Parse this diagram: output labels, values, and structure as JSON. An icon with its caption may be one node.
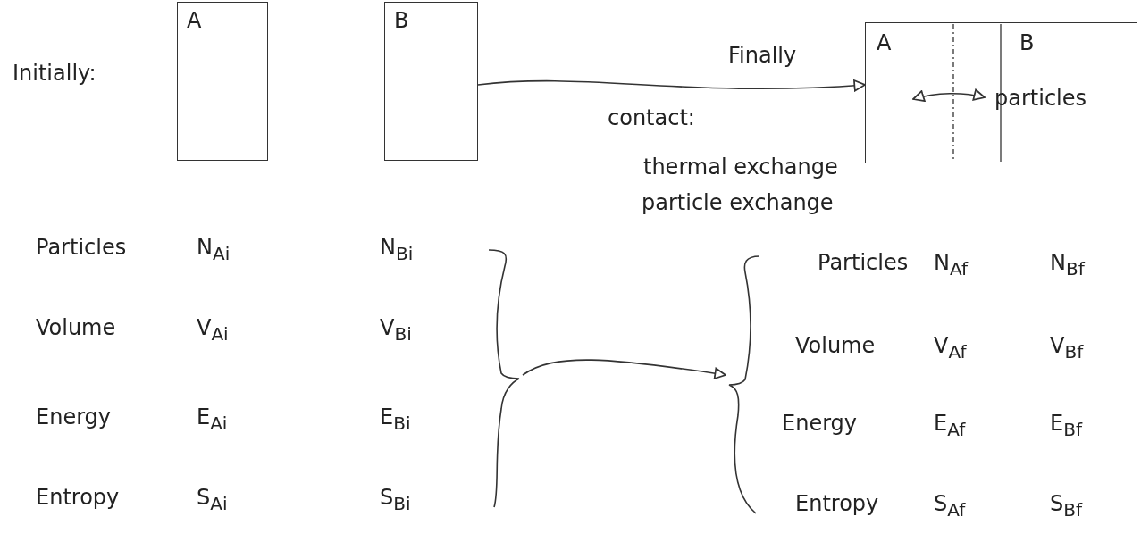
{
  "diagram": {
    "nodes": [
      {
        "text": [
          "A"
        ]
      },
      {
        "text": [
          "B"
        ]
      },
      {
        "text": [
          "A",
          "B",
          "particles"
        ]
      },
      {
        "text": [],
        "shape": "brace"
      },
      {
        "text": [],
        "shape": "brace"
      }
    ],
    "edges": [
      {
        "from": 1,
        "to": 2,
        "arrow": "to",
        "label": "contact:"
      },
      {
        "from": 3,
        "to": 4,
        "arrow": "to"
      }
    ],
    "labels": [
      "Initially:",
      "Finally",
      "thermal exchange",
      "particle exchange",
      "Particles",
      "N$_{Ai}$",
      "N$_{Bi}$",
      "Volume",
      "V$_{Ai}$",
      "V$_{Bi}$",
      "Energy",
      "E$_{Ai}$",
      "E$_{Bi}$",
      "Entropy",
      "S$_{Ai}$",
      "S$_{Bi}$",
      "Particles",
      "N$_{Af}$",
      "N$_{Bf}$",
      "Volume",
      "V$_{Af}$",
      "V$_{Bf}$",
      "Energy",
      "E$_{Af}$",
      "E$_{Bf}$",
      "Entropy",
      "S$_{Af}$",
      "S$_{Bf}$"
    ]
  }
}
